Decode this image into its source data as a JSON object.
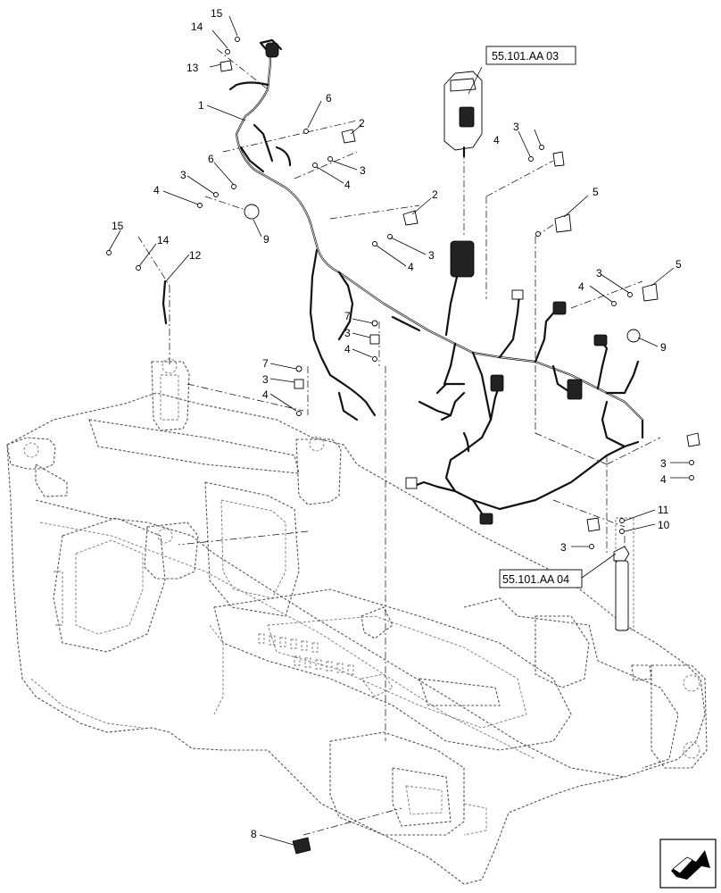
{
  "callouts": [
    {
      "id": "c15a",
      "label": "15"
    },
    {
      "id": "c14a",
      "label": "14"
    },
    {
      "id": "c13",
      "label": "13"
    },
    {
      "id": "c1",
      "label": "1"
    },
    {
      "id": "c6a",
      "label": "6"
    },
    {
      "id": "c2a",
      "label": "2"
    },
    {
      "id": "c3a",
      "label": "3"
    },
    {
      "id": "c4a",
      "label": "4"
    },
    {
      "id": "c6b",
      "label": "6"
    },
    {
      "id": "c3b",
      "label": "3"
    },
    {
      "id": "c4b",
      "label": "4"
    },
    {
      "id": "c9a",
      "label": "9"
    },
    {
      "id": "c2b",
      "label": "2"
    },
    {
      "id": "c3c",
      "label": "3"
    },
    {
      "id": "c4c",
      "label": "4"
    },
    {
      "id": "c15b",
      "label": "15"
    },
    {
      "id": "c14b",
      "label": "14"
    },
    {
      "id": "c12",
      "label": "12"
    },
    {
      "id": "c3d",
      "label": "3"
    },
    {
      "id": "c4d",
      "label": "4"
    },
    {
      "id": "c5a",
      "label": "5"
    },
    {
      "id": "c3e",
      "label": "3"
    },
    {
      "id": "c4e",
      "label": "4"
    },
    {
      "id": "c5b",
      "label": "5"
    },
    {
      "id": "c9b",
      "label": "9"
    },
    {
      "id": "c7a",
      "label": "7"
    },
    {
      "id": "c3f",
      "label": "3"
    },
    {
      "id": "c4f",
      "label": "4"
    },
    {
      "id": "c7b",
      "label": "7"
    },
    {
      "id": "c3g",
      "label": "3"
    },
    {
      "id": "c4g",
      "label": "4"
    },
    {
      "id": "c3h",
      "label": "3"
    },
    {
      "id": "c4h",
      "label": "4"
    },
    {
      "id": "c11",
      "label": "11"
    },
    {
      "id": "c10",
      "label": "10"
    },
    {
      "id": "c3i",
      "label": "3"
    },
    {
      "id": "c8",
      "label": "8"
    }
  ],
  "references": {
    "ref_upper": "55.101.AA 03",
    "ref_lower": "55.101.AA 04"
  },
  "navigation": {
    "arrow_icon": "view-direction-arrow-icon"
  },
  "colors": {
    "line": "#000000",
    "frame_dash": "#555555",
    "background": "#ffffff"
  }
}
